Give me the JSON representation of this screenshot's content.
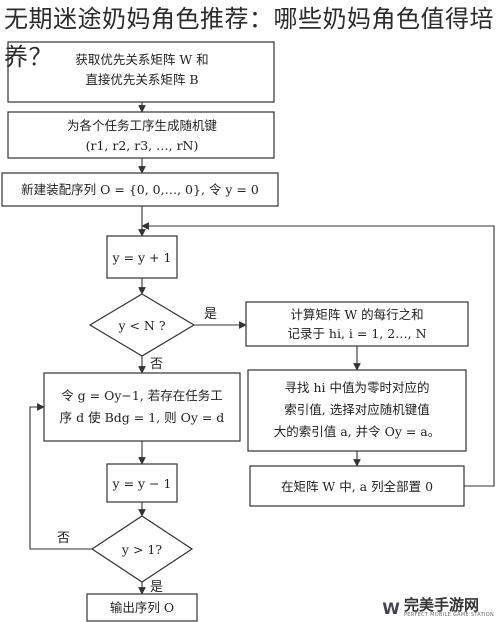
{
  "article_title": "无期迷途奶妈角色推荐：哪些奶妈角色值得培养？",
  "nodes": {
    "n1": [
      "获取优先关系矩阵 W 和",
      "直接优先关系矩阵 B"
    ],
    "n2": [
      "为各个任务工序生成随机键",
      "(r1, r2, r3, …, rN)"
    ],
    "n3": [
      "新建装配序列 O = {0, 0,…, 0}, 令 y = 0"
    ],
    "n4": [
      "y = y + 1"
    ],
    "n5": [
      "y < N ?"
    ],
    "n6": [
      "令 g = Oy−1, 若存在任务工",
      "序 d 使 Bdg = 1, 则 Oy = d"
    ],
    "n7": [
      "y = y − 1"
    ],
    "n8": [
      "y > 1?"
    ],
    "n9": [
      "输出序列 O"
    ],
    "r1": [
      "计算矩阵 W 的每行之和",
      "记录于 hi, i = 1, 2…, N"
    ],
    "r2": [
      "寻找 hi 中值为零时对应的",
      "索引值, 选择对应随机键值",
      "大的索引值 a, 并令 Oy = a。"
    ],
    "r3": [
      "在矩阵 W 中, a 列全部置 0"
    ]
  },
  "edge_labels": {
    "yes1": "是",
    "no1": "否",
    "no2": "否",
    "yes2": "是"
  },
  "logo": {
    "name": "完美手游网",
    "sub": "PERFECT MOBILE GAME STATION"
  }
}
